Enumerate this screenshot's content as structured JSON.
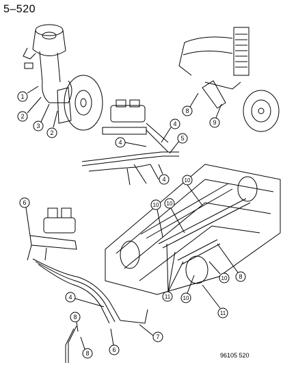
{
  "header": {
    "page_number": "5–520"
  },
  "footer": {
    "figure_id": "96105 520"
  },
  "callouts": {
    "c1": "1",
    "c2a": "2",
    "c2b": "2",
    "c3": "3",
    "c4a": "4",
    "c4b": "4",
    "c4c": "4",
    "c4d": "4",
    "c5": "5",
    "c6a": "6",
    "c6b": "6",
    "c7": "7",
    "c8a": "8",
    "c8b": "8",
    "c8c": "8",
    "c9": "9",
    "c10a": "10",
    "c10b": "10",
    "c10c": "10",
    "c10d": "10",
    "c10e": "10",
    "c11a": "11",
    "c11b": "11"
  }
}
